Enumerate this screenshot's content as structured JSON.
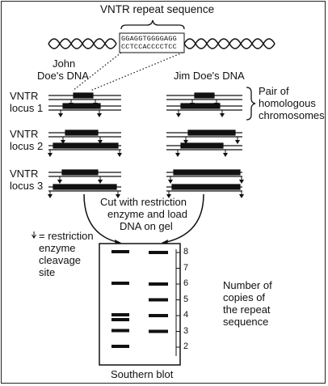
{
  "title": "VNTR repeat sequence",
  "sequence": {
    "top": "GGAGGTGGGGAGG",
    "bottom": "CCTCCACCCCTCC"
  },
  "persons": {
    "left": [
      "John",
      "Doe's DNA"
    ],
    "right": "Jim Doe's DNA"
  },
  "loci": [
    [
      "VNTR",
      "locus 1"
    ],
    [
      "VNTR",
      "locus 2"
    ],
    [
      "VNTR",
      "locus 3"
    ]
  ],
  "pair_label": [
    "Pair of",
    "homologous",
    "chromosomes"
  ],
  "cut_label": [
    "Cut with restriction",
    "enzyme and load",
    "DNA on gel"
  ],
  "legend": [
    "= restriction",
    "enzyme",
    "cleavage",
    "site"
  ],
  "gel": {
    "copies_scale": [
      "8",
      "7",
      "6",
      "5",
      "4",
      "3",
      "2"
    ],
    "lane_john_copies": [
      8,
      6,
      4,
      4,
      3,
      2
    ],
    "lane_jim_copies": [
      8,
      6,
      5,
      4,
      3
    ],
    "caption": "Southern blot"
  },
  "copies_label": [
    "Number of",
    "copies of",
    "the repeat",
    "sequence"
  ]
}
